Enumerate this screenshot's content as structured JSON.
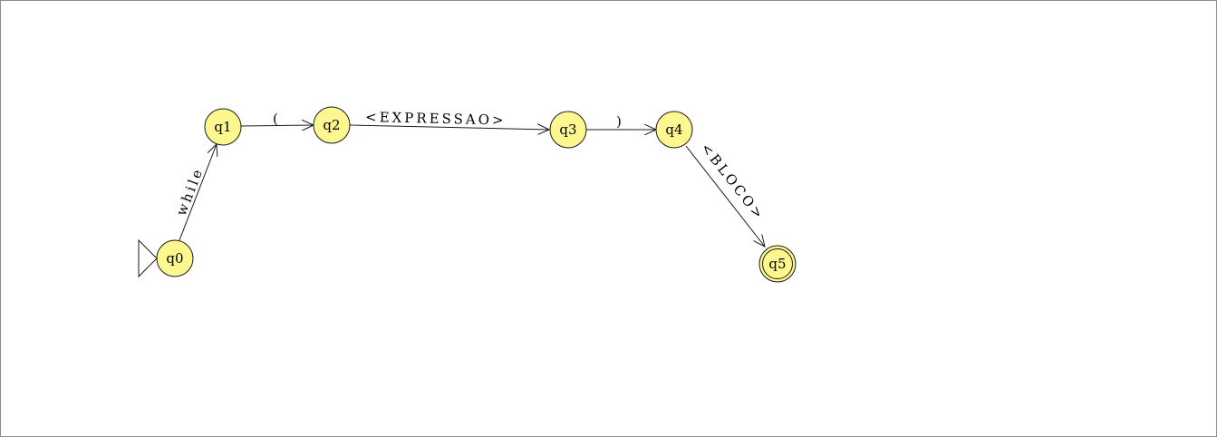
{
  "automaton": {
    "states": [
      {
        "id": "q0",
        "label": "q0",
        "initial": true,
        "final": false
      },
      {
        "id": "q1",
        "label": "q1",
        "initial": false,
        "final": false
      },
      {
        "id": "q2",
        "label": "q2",
        "initial": false,
        "final": false
      },
      {
        "id": "q3",
        "label": "q3",
        "initial": false,
        "final": false
      },
      {
        "id": "q4",
        "label": "q4",
        "initial": false,
        "final": false
      },
      {
        "id": "q5",
        "label": "q5",
        "initial": false,
        "final": true
      }
    ],
    "transitions": [
      {
        "from": "q0",
        "to": "q1",
        "label": "while"
      },
      {
        "from": "q1",
        "to": "q2",
        "label": "("
      },
      {
        "from": "q2",
        "to": "q3",
        "label": "<EXPRESSAO>"
      },
      {
        "from": "q3",
        "to": "q4",
        "label": ")"
      },
      {
        "from": "q4",
        "to": "q5",
        "label": "<BLOCO>"
      }
    ],
    "colors": {
      "state_fill": "#fdf78f",
      "stroke": "#1a1a1a",
      "border": "#8c8c8c"
    }
  }
}
